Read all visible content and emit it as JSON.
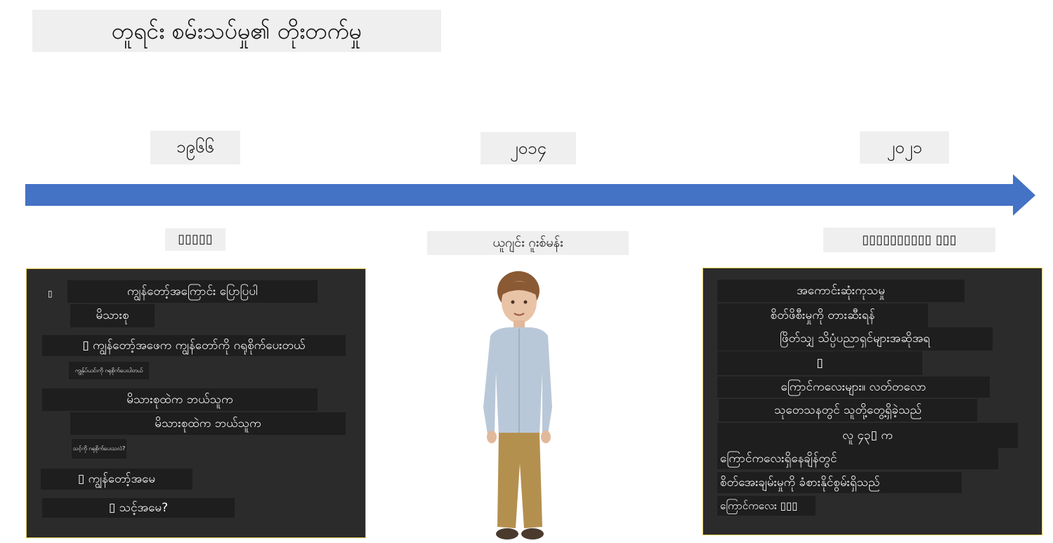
{
  "title": "တူရင်း စမ်းသပ်မှု၏ တိုးတက်မှု",
  "timeline": {
    "years": [
      "၁၉၆၆",
      "၂၀၁၄",
      "၂၀၂၁"
    ],
    "arrow_color": "#4472c4"
  },
  "labels": {
    "left": "▯▯▯▯▯",
    "center": "ယူဂျင်း ဂူးစ်မန်း",
    "right": "▯▯▯▯▯▯▯▯▯▯ ▯▯▯"
  },
  "left_panel": {
    "marker": "▯",
    "items": [
      "ကျွန်တော့်အကြောင်း ပြောပြပါ",
      "မိသားစု",
      "▯ ကျွန်တော့်အဖေက ကျွန်တော်ကို ဂရုစိုက်ပေးတယ်",
      "ကျွန်ုပ်ယင်းကို ဂရုစိုက်ပေးပါတယ်",
      "မိသားစုထဲက ဘယ်သူက",
      "မိသားစုထဲက ဘယ်သူက",
      "သင့်ကို ဂရုစိုက်ပေးသလဲ?",
      "▯ ကျွန်တော့်အမေ",
      "▯ သင့်အမေ?"
    ]
  },
  "right_panel": {
    "items": [
      "အကောင်းဆုံးကုသမှု",
      "စိတ်ဖိစီးမှုကို တားဆီးရန်",
      "ဖြိတ်သျှ သိပ္ပံပညာရှင်များအဆိုအရ",
      "▯",
      "ကြောင်ကလေးများ။ လတ်တလော",
      "သုတေသနတွင် သူတို့တွေ့ရှိခဲ့သည်",
      "လူ ၄၃▯ က",
      "ကြောင်ကလေးရှိနေချိန်တွင်",
      "စိတ်အေးချမ်းမှုကို ခံစားနိုင်စွမ်းရှိသည်",
      "ကြောင်ကလေး ▯▯▯"
    ]
  },
  "photo": {
    "subject": "boy-illustration",
    "shirt_color": "#b9c8d8",
    "pants_color": "#b4904f",
    "hair_color": "#8a5a35"
  }
}
